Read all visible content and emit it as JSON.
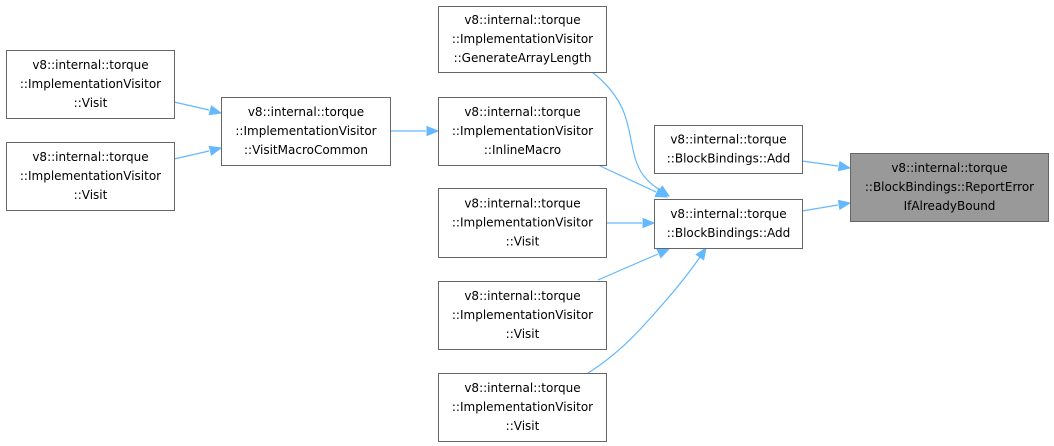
{
  "graph": {
    "nodes": [
      {
        "id": "report_error",
        "lines": [
          "v8::internal::torque",
          "::BlockBindings::ReportError",
          "IfAlreadyBound"
        ],
        "focus": true
      },
      {
        "id": "add_top",
        "lines": [
          "v8::internal::torque",
          "::BlockBindings::Add"
        ]
      },
      {
        "id": "add_mid",
        "lines": [
          "v8::internal::torque",
          "::BlockBindings::Add"
        ]
      },
      {
        "id": "gen_array_length",
        "lines": [
          "v8::internal::torque",
          "::ImplementationVisitor",
          "::GenerateArrayLength"
        ]
      },
      {
        "id": "inline_macro",
        "lines": [
          "v8::internal::torque",
          "::ImplementationVisitor",
          "::InlineMacro"
        ]
      },
      {
        "id": "visit_a",
        "lines": [
          "v8::internal::torque",
          "::ImplementationVisitor",
          "::Visit"
        ]
      },
      {
        "id": "visit_b",
        "lines": [
          "v8::internal::torque",
          "::ImplementationVisitor",
          "::Visit"
        ]
      },
      {
        "id": "visit_c",
        "lines": [
          "v8::internal::torque",
          "::ImplementationVisitor",
          "::Visit"
        ]
      },
      {
        "id": "visit_macro_common",
        "lines": [
          "v8::internal::torque",
          "::ImplementationVisitor",
          "::VisitMacroCommon"
        ]
      },
      {
        "id": "visit_left_1",
        "lines": [
          "v8::internal::torque",
          "::ImplementationVisitor",
          "::Visit"
        ]
      },
      {
        "id": "visit_left_2",
        "lines": [
          "v8::internal::torque",
          "::ImplementationVisitor",
          "::Visit"
        ]
      }
    ],
    "edges": [
      {
        "from": "add_top",
        "to": "report_error"
      },
      {
        "from": "add_mid",
        "to": "report_error"
      },
      {
        "from": "gen_array_length",
        "to": "add_mid"
      },
      {
        "from": "inline_macro",
        "to": "add_mid"
      },
      {
        "from": "visit_a",
        "to": "add_mid"
      },
      {
        "from": "visit_b",
        "to": "add_mid"
      },
      {
        "from": "visit_c",
        "to": "add_mid"
      },
      {
        "from": "visit_macro_common",
        "to": "inline_macro"
      },
      {
        "from": "visit_left_1",
        "to": "visit_macro_common"
      },
      {
        "from": "visit_left_2",
        "to": "visit_macro_common"
      }
    ],
    "colors": {
      "edge": "#63b8ff",
      "focus_fill": "#999999",
      "node_border": "#666666"
    }
  }
}
